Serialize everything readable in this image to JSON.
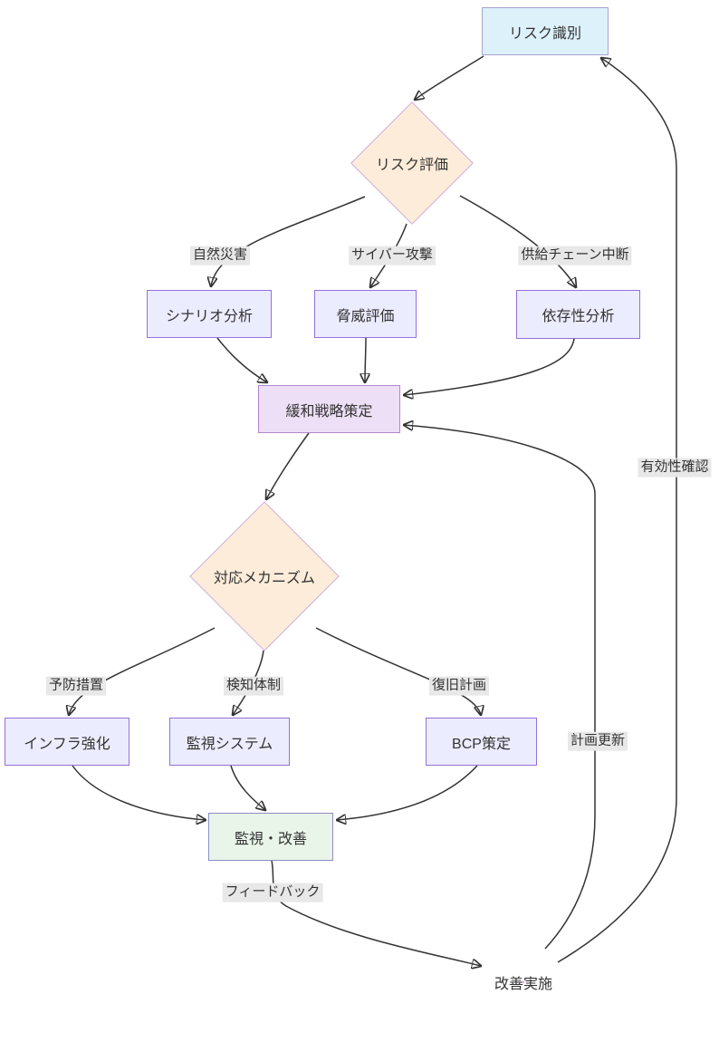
{
  "diagram": {
    "type": "flowchart",
    "colors": {
      "background": "#ffffff",
      "text": "#333333",
      "edge": "#333333",
      "edge_label_bg": "#e8e8e8"
    },
    "nodes": {
      "risk_id": {
        "label": "リスク識別",
        "shape": "rect",
        "fill": "#ddf1fb",
        "border": "#a5a5d1"
      },
      "risk_eval": {
        "label": "リスク評価",
        "shape": "diamond",
        "fill": "#fcecd9",
        "border": "#cfaede"
      },
      "scenario": {
        "label": "シナリオ分析",
        "shape": "rect",
        "fill": "#ececff",
        "border": "#9370db"
      },
      "threat": {
        "label": "脅威評価",
        "shape": "rect",
        "fill": "#ececff",
        "border": "#9370db"
      },
      "depend": {
        "label": "依存性分析",
        "shape": "rect",
        "fill": "#ececff",
        "border": "#9370db"
      },
      "mitigation": {
        "label": "緩和戦略策定",
        "shape": "rect",
        "fill": "#eddff5",
        "border": "#b287cb"
      },
      "response": {
        "label": "対応メカニズム",
        "shape": "diamond",
        "fill": "#fcecd9",
        "border": "#cfaede"
      },
      "infra": {
        "label": "インフラ強化",
        "shape": "rect",
        "fill": "#ececff",
        "border": "#9370db"
      },
      "monitor_sys": {
        "label": "監視システム",
        "shape": "rect",
        "fill": "#ececff",
        "border": "#9370db"
      },
      "bcp": {
        "label": "BCP策定",
        "shape": "rect",
        "fill": "#ececff",
        "border": "#9370db"
      },
      "monitor_improve": {
        "label": "監視・改善",
        "shape": "rect",
        "fill": "#e9f5e9",
        "border": "#8c8cc6"
      },
      "improve": {
        "label": "改善実施",
        "shape": "diamond",
        "fill": "#fce1ec",
        "border": "#d2a3d8"
      }
    },
    "edge_labels": {
      "natural_disaster": "自然災害",
      "cyber_attack": "サイバー攻撃",
      "supply_chain": "供給チェーン中断",
      "preventive": "予防措置",
      "detection": "検知体制",
      "recovery": "復旧計画",
      "feedback": "フィードバック",
      "plan_update": "計画更新",
      "effectiveness": "有効性確認"
    },
    "edges": [
      {
        "from": "risk_id",
        "to": "risk_eval",
        "label": ""
      },
      {
        "from": "risk_eval",
        "to": "scenario",
        "label": "自然災害"
      },
      {
        "from": "risk_eval",
        "to": "threat",
        "label": "サイバー攻撃"
      },
      {
        "from": "risk_eval",
        "to": "depend",
        "label": "供給チェーン中断"
      },
      {
        "from": "scenario",
        "to": "mitigation",
        "label": ""
      },
      {
        "from": "threat",
        "to": "mitigation",
        "label": ""
      },
      {
        "from": "depend",
        "to": "mitigation",
        "label": ""
      },
      {
        "from": "mitigation",
        "to": "response",
        "label": ""
      },
      {
        "from": "response",
        "to": "infra",
        "label": "予防措置"
      },
      {
        "from": "response",
        "to": "monitor_sys",
        "label": "検知体制"
      },
      {
        "from": "response",
        "to": "bcp",
        "label": "復旧計画"
      },
      {
        "from": "infra",
        "to": "monitor_improve",
        "label": ""
      },
      {
        "from": "monitor_sys",
        "to": "monitor_improve",
        "label": ""
      },
      {
        "from": "bcp",
        "to": "monitor_improve",
        "label": ""
      },
      {
        "from": "monitor_improve",
        "to": "improve",
        "label": "フィードバック"
      },
      {
        "from": "improve",
        "to": "mitigation",
        "label": "計画更新"
      },
      {
        "from": "improve",
        "to": "risk_id",
        "label": "有効性確認"
      }
    ]
  }
}
